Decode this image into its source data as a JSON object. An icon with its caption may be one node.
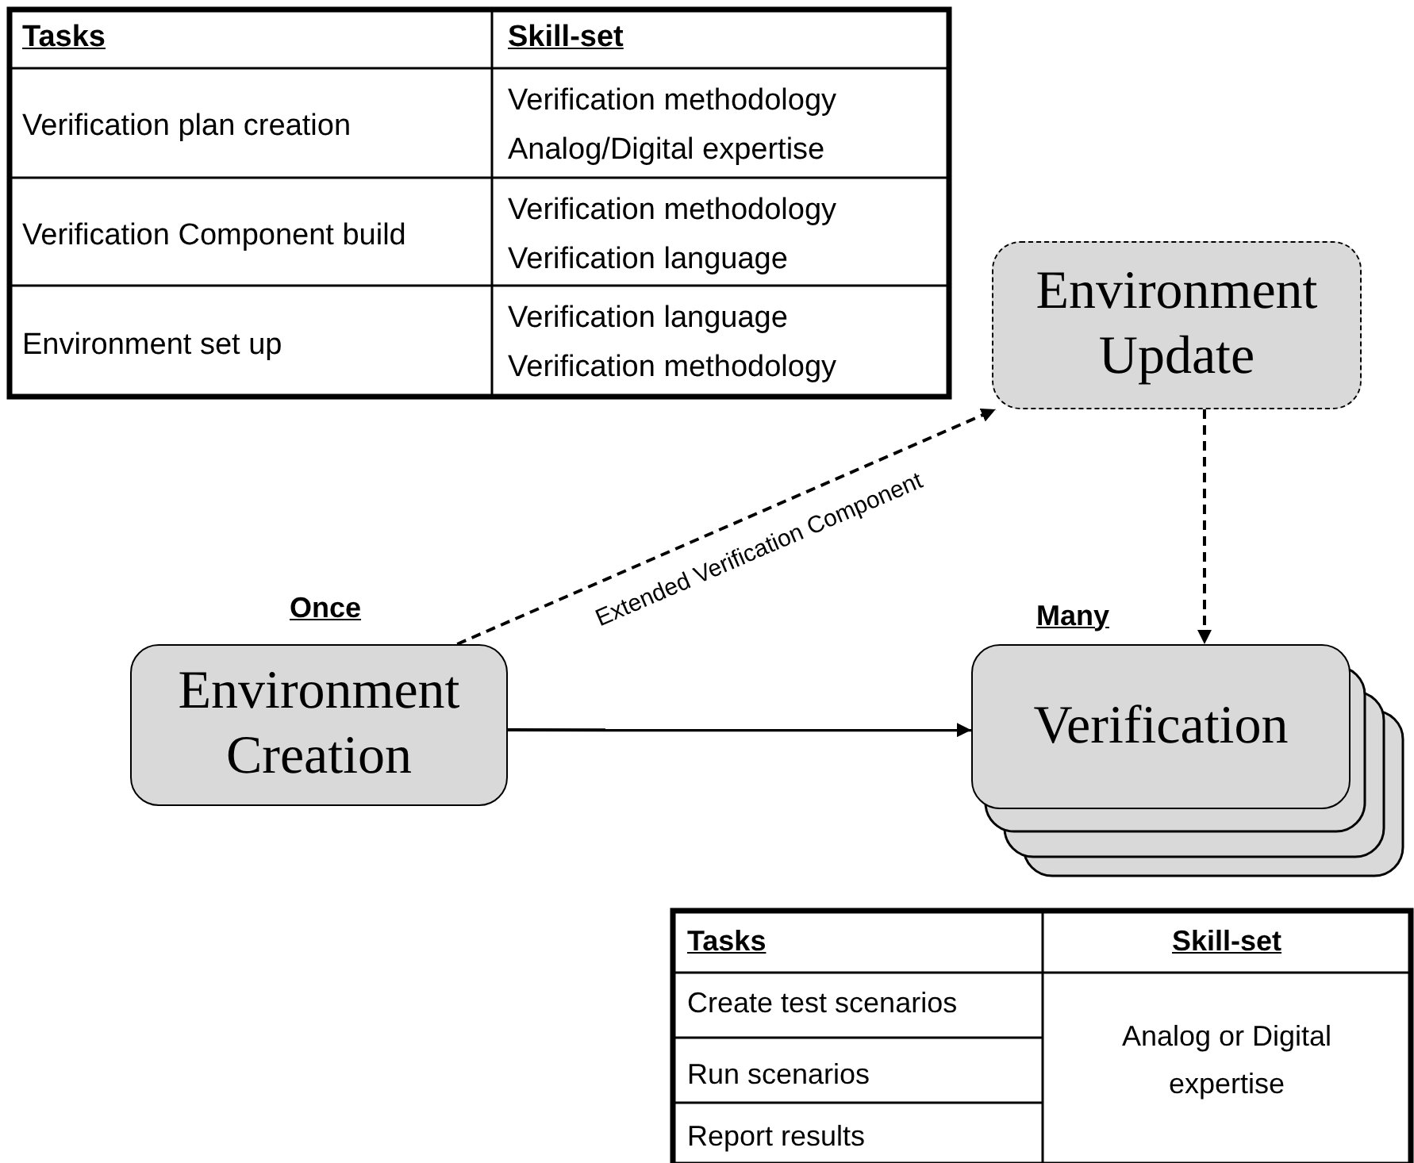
{
  "diagram": {
    "nodes": [
      {
        "text": [
          "Environment Creation"
        ],
        "beside": [
          "Once"
        ]
      },
      {
        "text": [
          "Environment Update"
        ]
      },
      {
        "text": [
          "Verification"
        ],
        "beside": [
          "Many"
        ]
      }
    ],
    "edges": [
      {
        "from": 0,
        "to": 1,
        "arrow": "to",
        "style": "dashed",
        "label": "Extended Verification Component"
      },
      {
        "from": 1,
        "to": 2,
        "arrow": "to",
        "style": "dashed"
      },
      {
        "from": 0,
        "to": 2,
        "arrow": "to"
      }
    ],
    "labels": [
      "Tasks",
      "Skill-set",
      "Verification plan creation",
      "Verification methodology",
      "Analog/Digital expertise",
      "Verification Component build",
      "Verification methodology",
      "Verification language",
      "Environment set up",
      "Verification language",
      "Verification methodology",
      "Tasks",
      "Skill-set",
      "Create test scenarios",
      "Analog or Digital expertise",
      "Run scenarios",
      "Report results"
    ]
  }
}
